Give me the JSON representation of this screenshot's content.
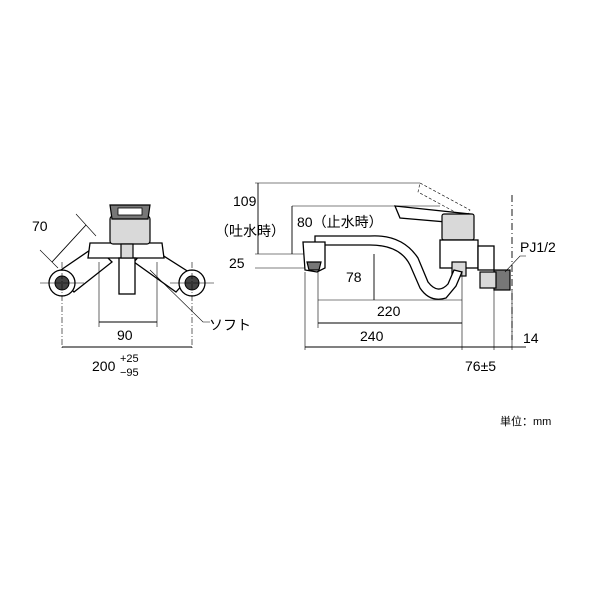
{
  "labels": {
    "dim_70": "70",
    "dim_90": "90",
    "dim_200": "200",
    "dim_200_tol_plus": "+25",
    "dim_200_tol_minus": "−95",
    "soft": "ソフト",
    "dim_109": "109",
    "dispensing": "（吐水時）",
    "dim_80_stopped": "80（止水時）",
    "dim_25": "25",
    "dim_78": "78",
    "dim_220": "220",
    "dim_240": "240",
    "dim_76": "76±5",
    "dim_14": "14",
    "pj": "PJ1/2",
    "unit": "単位：mm"
  }
}
